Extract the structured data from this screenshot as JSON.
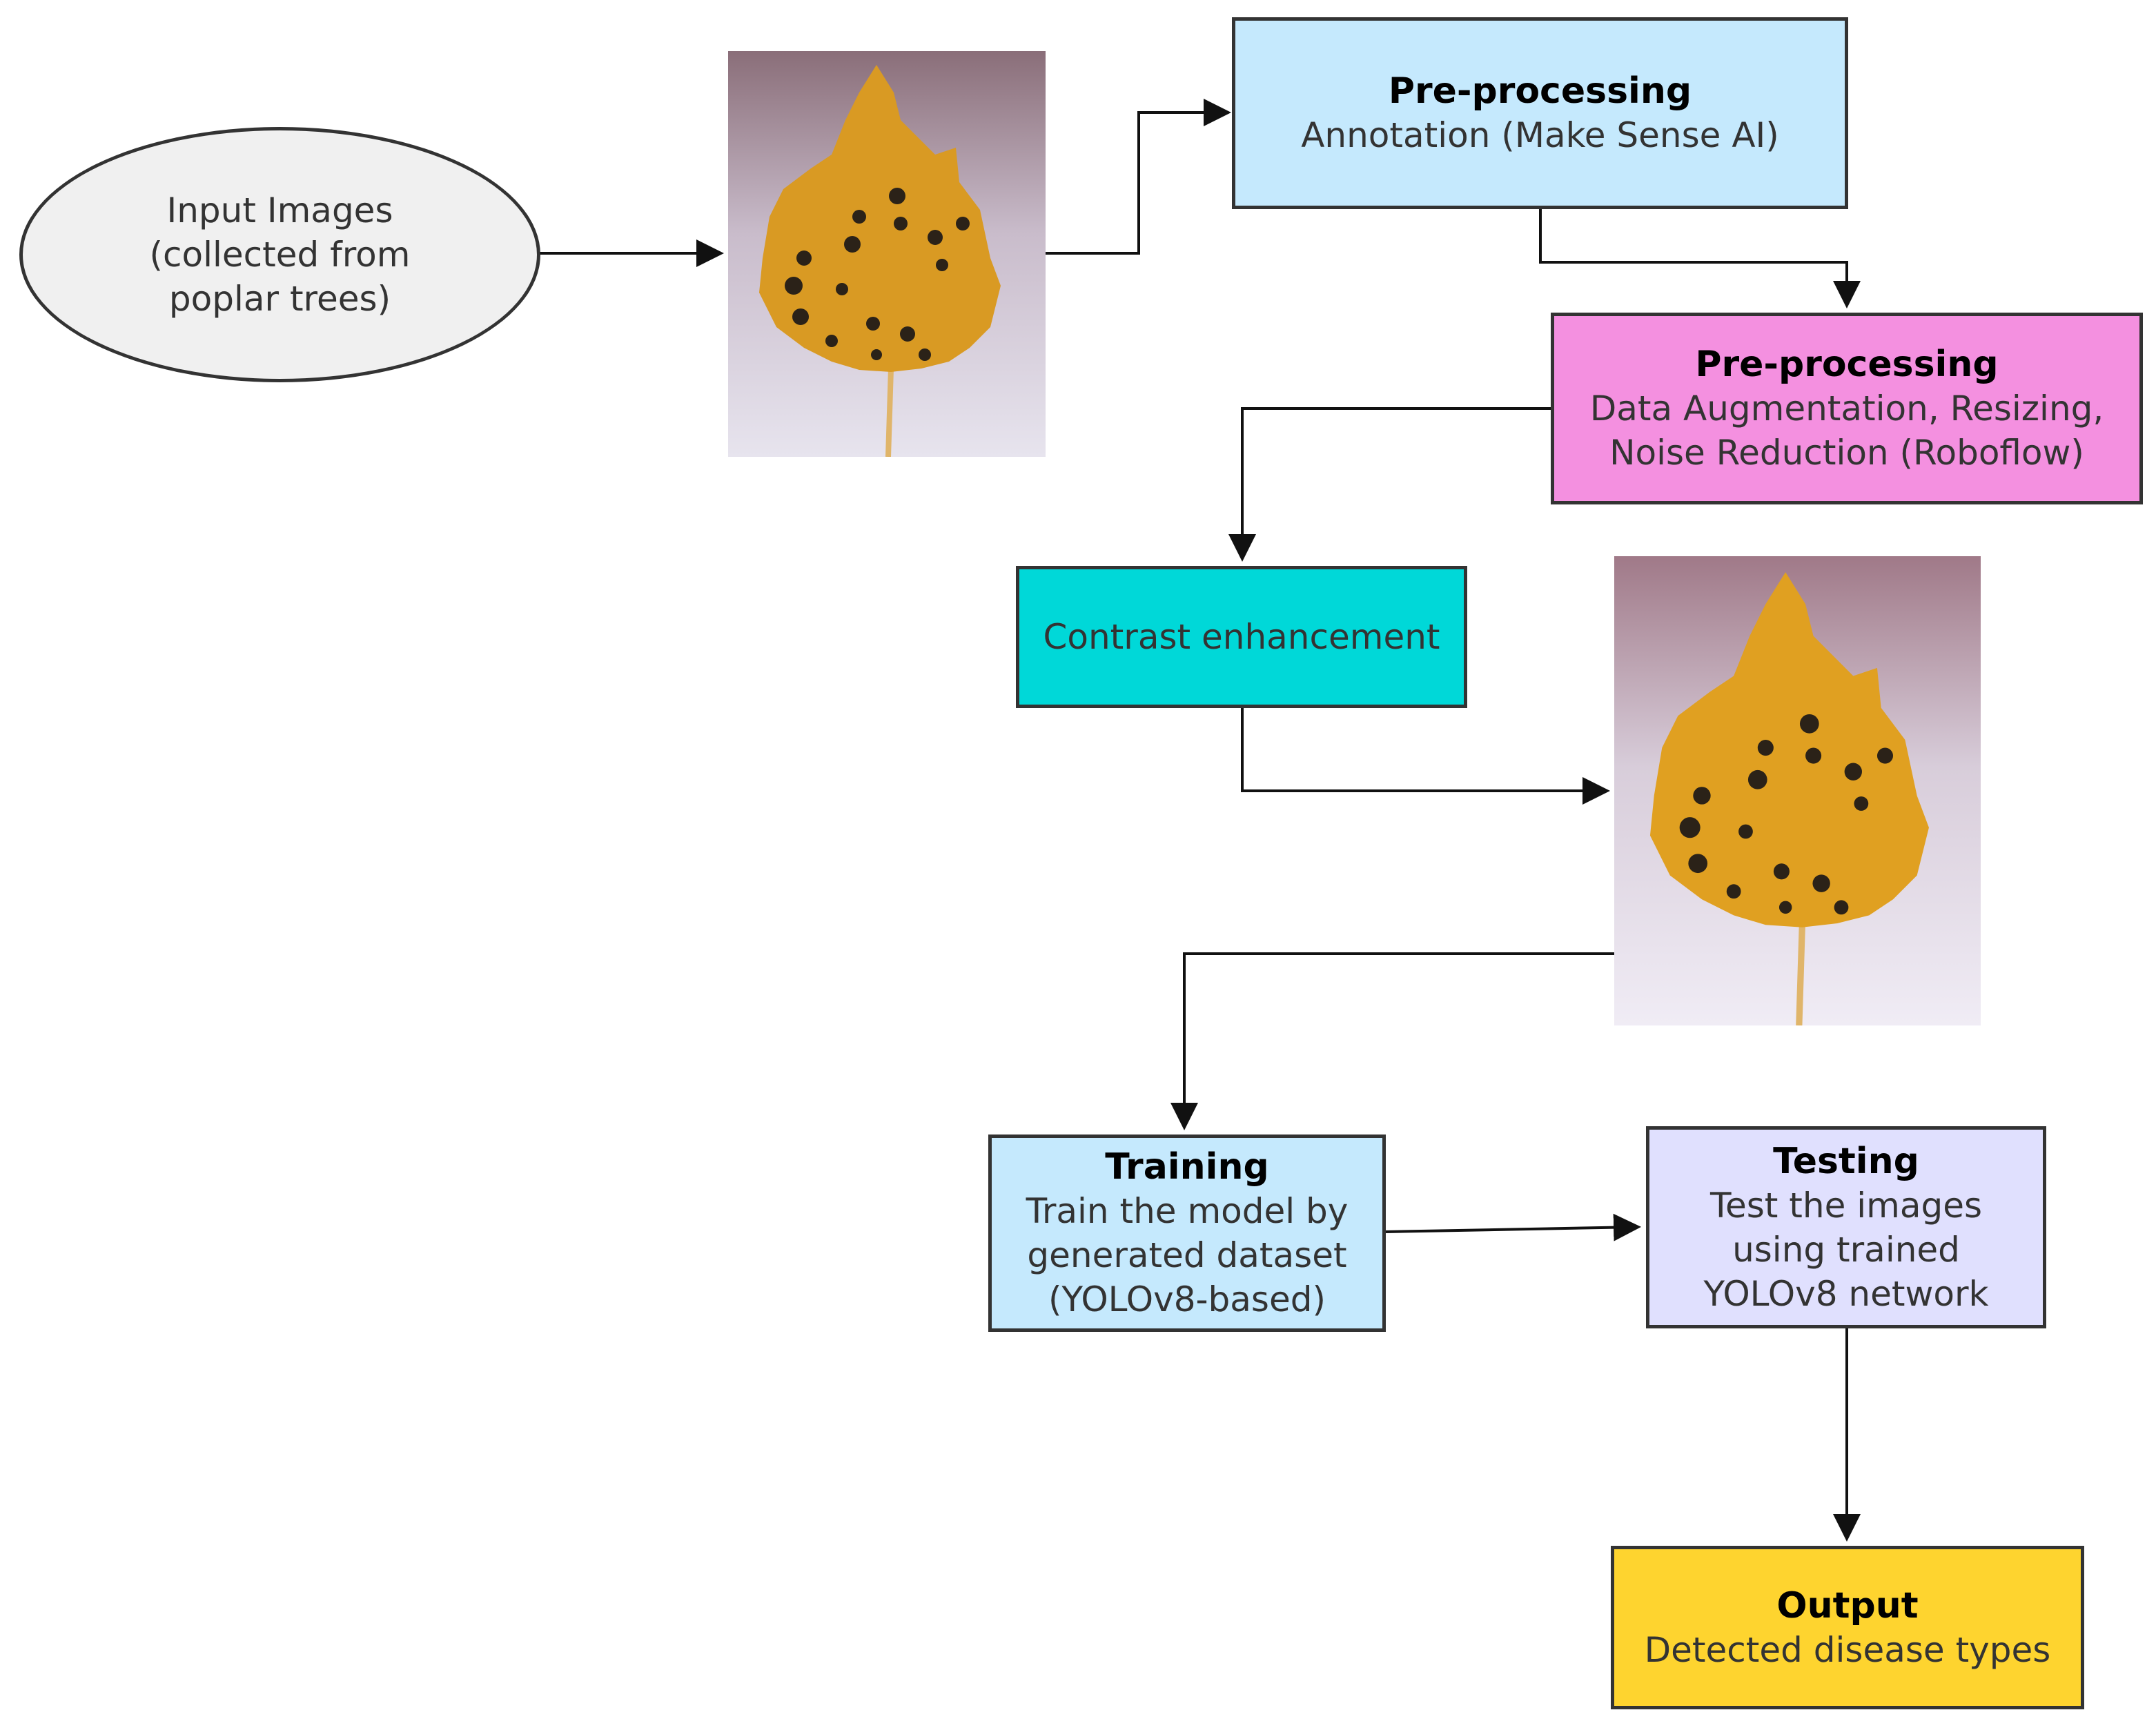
{
  "nodes": {
    "input": {
      "desc": "Input Images\n(collected from\npoplar trees)"
    },
    "annotation": {
      "title": "Pre-processing",
      "desc": "Annotation (Make Sense AI)"
    },
    "augmentation": {
      "title": "Pre-processing",
      "desc": "Data Augmentation, Resizing,\nNoise Reduction (Roboflow)"
    },
    "contrast": {
      "desc": "Contrast enhancement"
    },
    "training": {
      "title": "Training",
      "desc": "Train the model by\ngenerated dataset\n(YOLOv8-based)"
    },
    "testing": {
      "title": "Testing",
      "desc": "Test the images\nusing trained\nYOLOv8 network"
    },
    "output": {
      "title": "Output",
      "desc": "Detected disease types"
    }
  },
  "colors": {
    "annotation": "#c5e9fd",
    "augmentation": "#f490e0",
    "contrast": "#00d8d8",
    "training": "#c5e9fd",
    "testing": "#e0e0fe",
    "output": "#fed42f",
    "leaf": "#d99a23",
    "spots": "#2b2218"
  }
}
